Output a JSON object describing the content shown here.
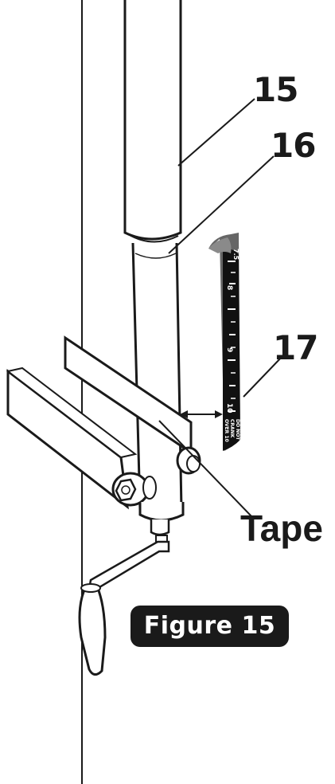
{
  "callouts": {
    "part_15": "15",
    "part_16": "16",
    "part_17": "17",
    "tape": "Tape"
  },
  "figure_label": "Figure 15",
  "tape_scale": {
    "marks": [
      "7.5",
      "8",
      "9",
      "10"
    ],
    "warning": [
      "DO NOT",
      "CRANK",
      "OVER 10"
    ]
  },
  "colors": {
    "ink": "#1a1a1a",
    "paper": "#ffffff",
    "tape_dark": "#111111",
    "tape_grey": "#666666",
    "marker": "#555555"
  }
}
